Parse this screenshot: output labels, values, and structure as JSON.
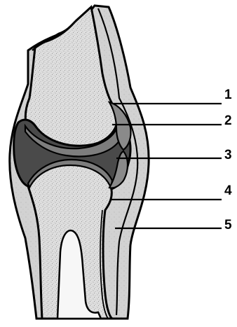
{
  "callouts": [
    {
      "number": "1"
    },
    {
      "number": "2"
    },
    {
      "number": "3"
    },
    {
      "number": "4"
    },
    {
      "number": "5"
    }
  ],
  "colors": {
    "outline": "#000000",
    "background": "#ffffff",
    "tissue": "#cfcfcf",
    "bone_spongy": "#dcdcdc",
    "bone_stipple": "#8a8a8a",
    "joint_cavity": "#4a4a4a",
    "cartilage": "#7d7d7d",
    "marrow_cavity": "#f7f7f7"
  }
}
